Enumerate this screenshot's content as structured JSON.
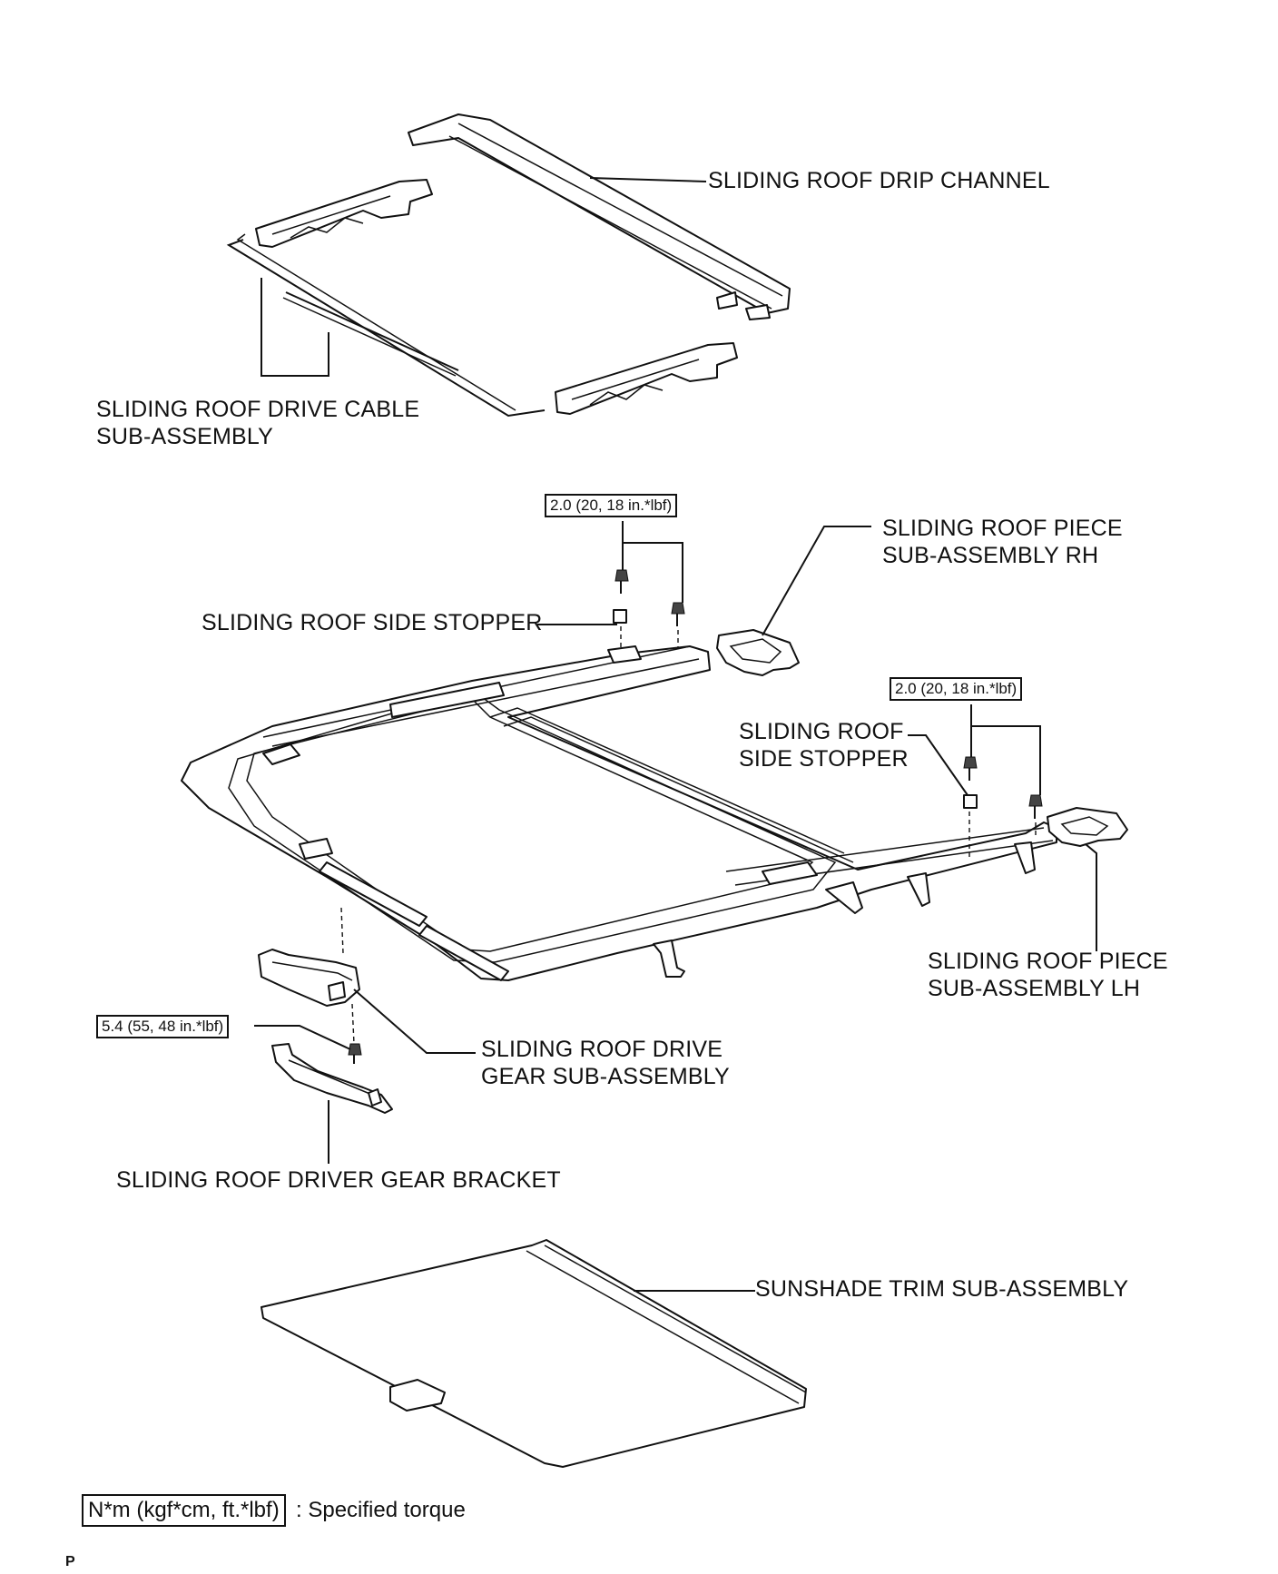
{
  "labels": {
    "drip_channel": "SLIDING ROOF DRIP CHANNEL",
    "drive_cable_line1": "SLIDING ROOF DRIVE CABLE",
    "drive_cable_line2": "SUB-ASSEMBLY",
    "piece_rh_line1": "SLIDING ROOF PIECE",
    "piece_rh_line2": "SUB-ASSEMBLY RH",
    "side_stopper_1": "SLIDING ROOF SIDE STOPPER",
    "side_stopper_2_line1": "SLIDING ROOF",
    "side_stopper_2_line2": "SIDE STOPPER",
    "piece_lh_line1": "SLIDING ROOF PIECE",
    "piece_lh_line2": "SUB-ASSEMBLY LH",
    "drive_gear_line1": "SLIDING ROOF DRIVE",
    "drive_gear_line2": "GEAR SUB-ASSEMBLY",
    "driver_gear_bracket": "SLIDING ROOF DRIVER GEAR BRACKET",
    "sunshade_trim": "SUNSHADE TRIM SUB-ASSEMBLY"
  },
  "torques": {
    "side_stopper_rh": "2.0 (20, 18 in.*lbf)",
    "side_stopper_lh": "2.0 (20, 18 in.*lbf)",
    "drive_gear": "5.4 (55, 48 in.*lbf)"
  },
  "legend": {
    "unit_box": "N*m (kgf*cm, ft.*lbf)",
    "description": ": Specified torque"
  },
  "footer_code": "P"
}
